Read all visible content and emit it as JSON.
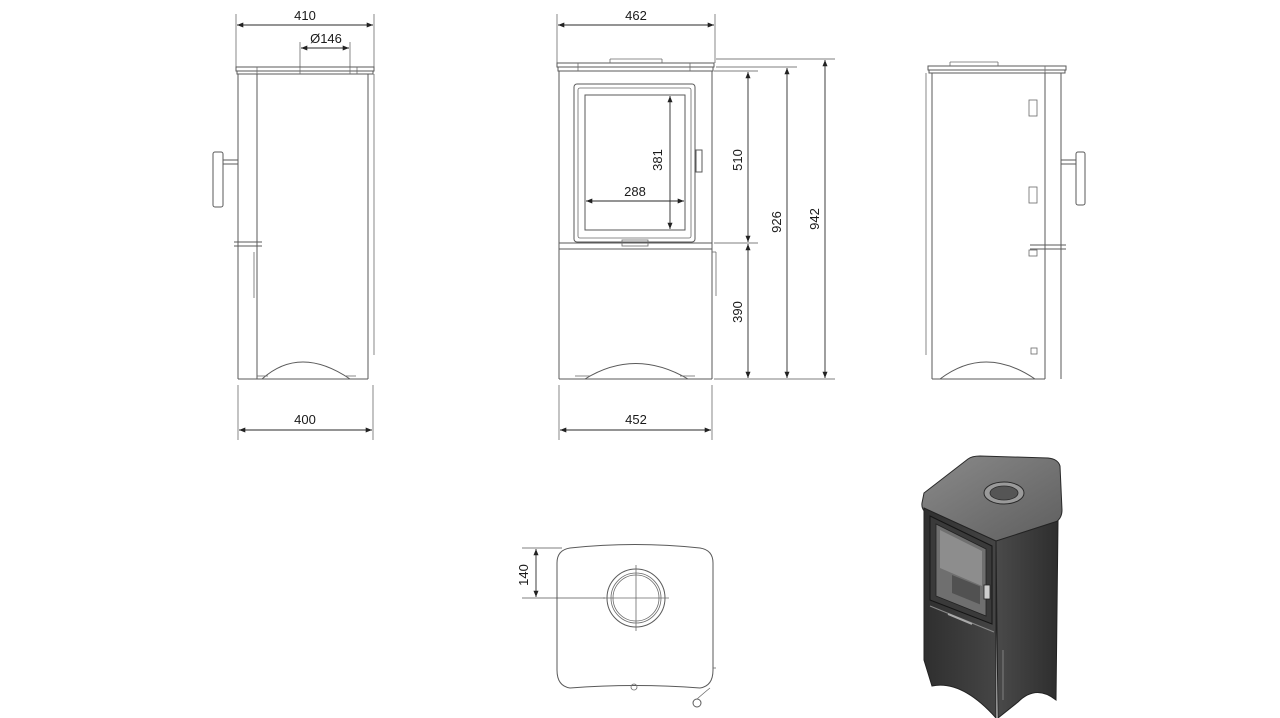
{
  "dimensions": {
    "side_top_width": "410",
    "flue_diameter": "Ø146",
    "side_base_width": "400",
    "front_top_width": "462",
    "front_base_width": "452",
    "glass_height": "381",
    "glass_width": "288",
    "upper_height": "510",
    "lower_height": "390",
    "body_height": "926",
    "total_height": "942",
    "flue_offset": "140"
  },
  "colors": {
    "line": "#5a5a5a",
    "stove_dark": "#3c3c3c",
    "stove_mid": "#6e6e6e",
    "stove_light": "#9a9a9a"
  }
}
